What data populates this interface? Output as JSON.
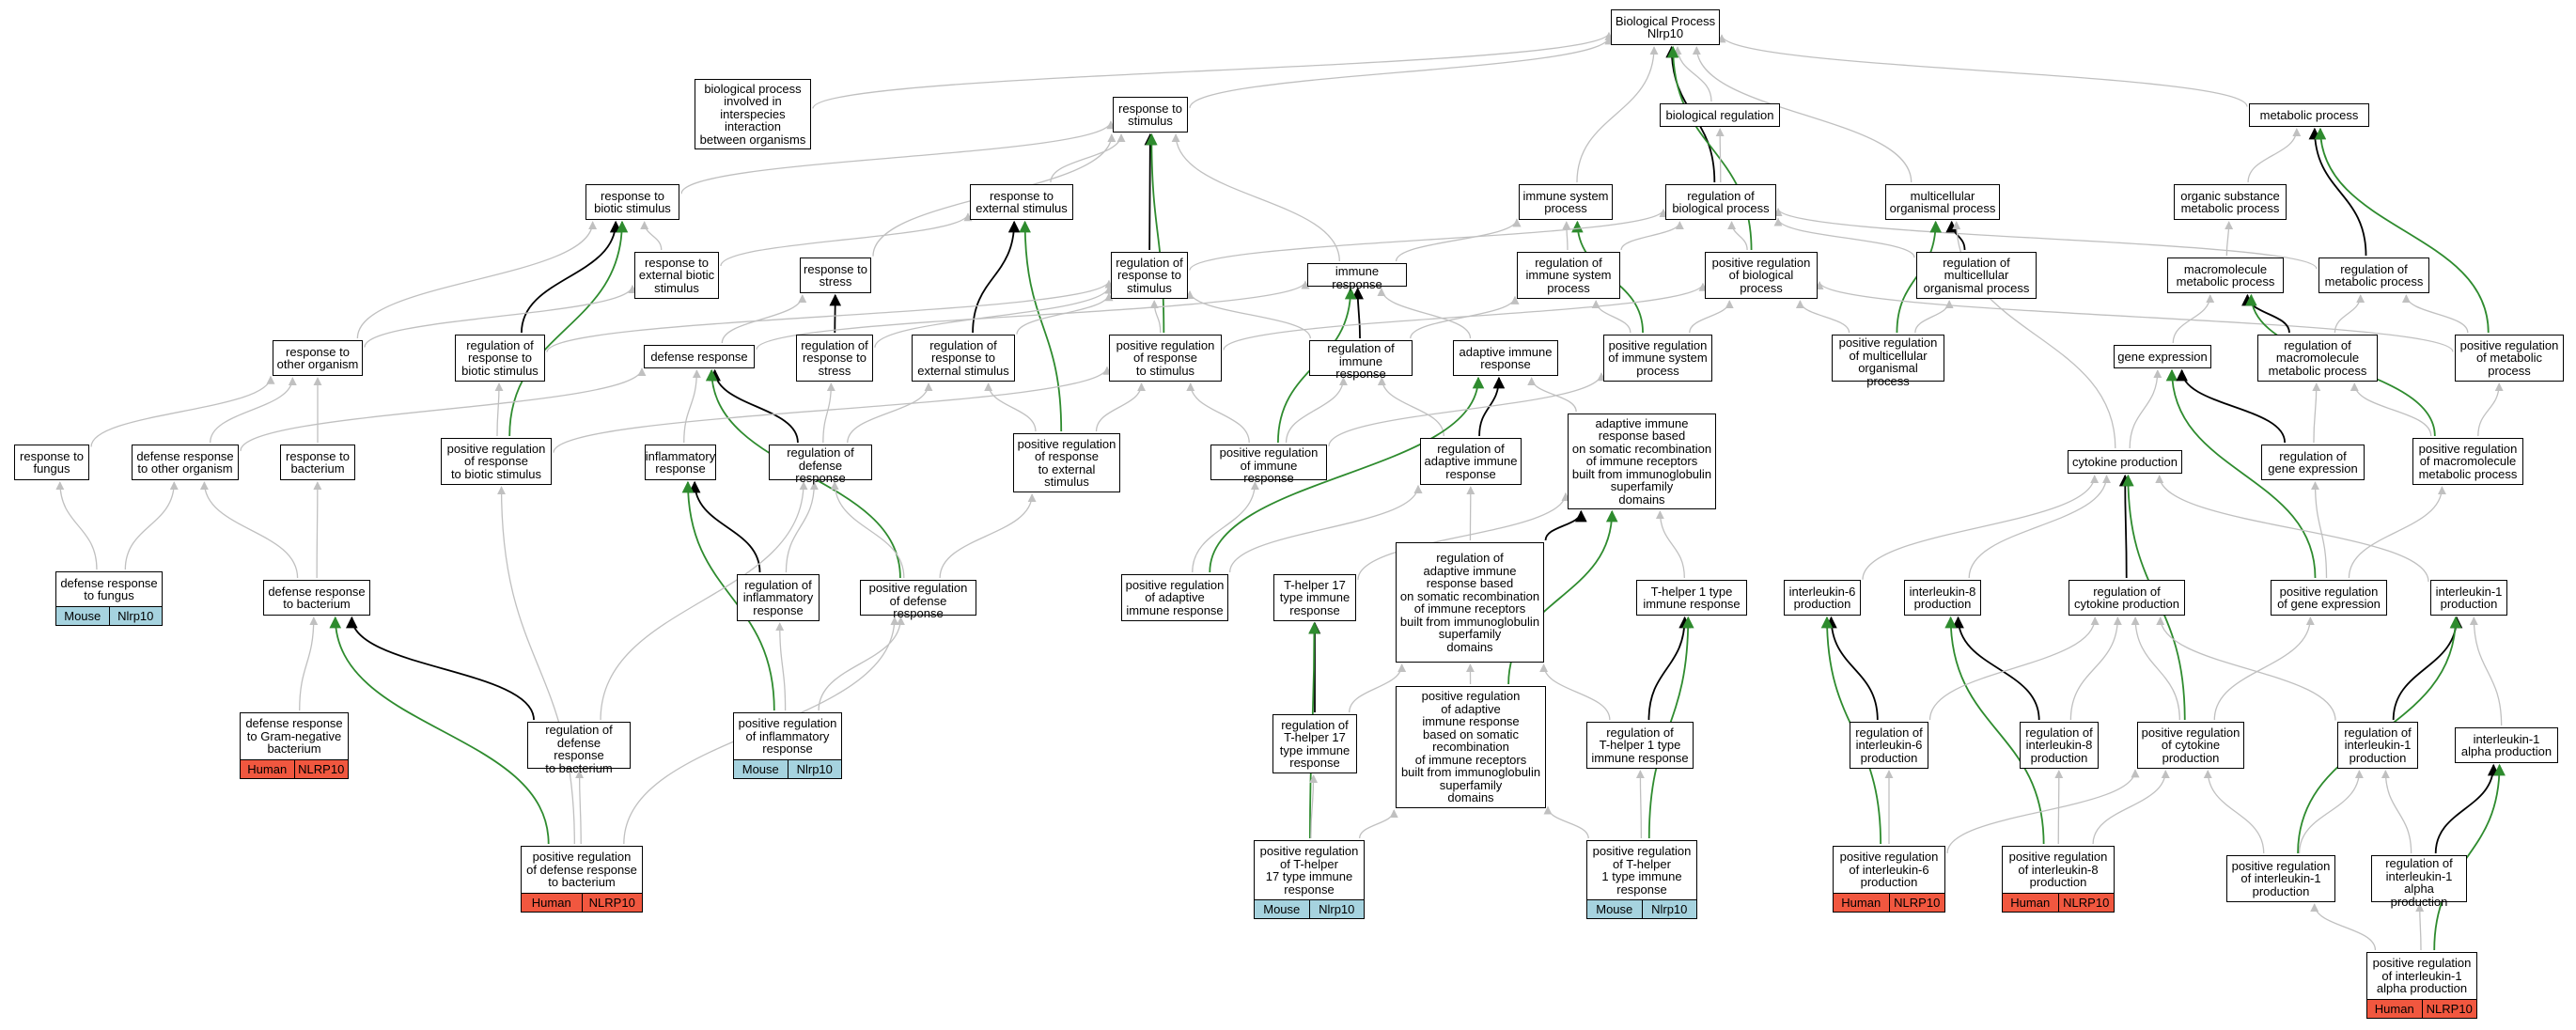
{
  "colors": {
    "black_edge": "#000000",
    "green_edge": "#2e8b2e",
    "gray_edge": "#c0c0c0",
    "mouse": "#a6d3df",
    "human": "#f1573f"
  },
  "annotations": {
    "mouse": {
      "species": "Mouse",
      "gene": "Nlrp10"
    },
    "human": {
      "species": "Human",
      "gene": "NLRP10"
    }
  },
  "nodes": [
    {
      "id": "root",
      "label": "Biological Process\nNlrp10"
    },
    {
      "id": "bio_reg",
      "label": "biological regulation"
    },
    {
      "id": "metabolic",
      "label": "metabolic process"
    },
    {
      "id": "interspecies",
      "label": "biological process\ninvolved in\ninterspecies\ninteraction\nbetween organisms"
    },
    {
      "id": "resp_stim",
      "label": "response to\nstimulus"
    },
    {
      "id": "resp_biotic",
      "label": "response to\nbiotic stimulus"
    },
    {
      "id": "resp_ext",
      "label": "response to\nexternal stimulus"
    },
    {
      "id": "imm_sys",
      "label": "immune system\nprocess"
    },
    {
      "id": "reg_bio",
      "label": "regulation of\nbiological process"
    },
    {
      "id": "multicell",
      "label": "multicellular\norganismal process"
    },
    {
      "id": "org_sub",
      "label": "organic substance\nmetabolic process"
    },
    {
      "id": "resp_ext_biotic",
      "label": "response to\nexternal biotic\nstimulus"
    },
    {
      "id": "resp_stress",
      "label": "response to\nstress"
    },
    {
      "id": "reg_resp_stim",
      "label": "regulation of\nresponse to\nstimulus"
    },
    {
      "id": "imm_resp",
      "label": "immune response"
    },
    {
      "id": "reg_imm_sys",
      "label": "regulation of\nimmune system\nprocess"
    },
    {
      "id": "pos_reg_bio",
      "label": "positive regulation\nof biological\nprocess"
    },
    {
      "id": "reg_multicell",
      "label": "regulation of\nmulticellular\norganismal process"
    },
    {
      "id": "macromol",
      "label": "macromolecule\nmetabolic process"
    },
    {
      "id": "reg_metab",
      "label": "regulation of\nmetabolic process"
    },
    {
      "id": "resp_other",
      "label": "response to\nother organism"
    },
    {
      "id": "reg_resp_biotic",
      "label": "regulation of\nresponse to\nbiotic stimulus"
    },
    {
      "id": "def_resp",
      "label": "defense response"
    },
    {
      "id": "reg_resp_stress",
      "label": "regulation of\nresponse to\nstress"
    },
    {
      "id": "reg_resp_ext",
      "label": "regulation of\nresponse to\nexternal stimulus"
    },
    {
      "id": "pos_reg_resp_stim",
      "label": "positive regulation\nof response\nto stimulus"
    },
    {
      "id": "reg_imm_resp",
      "label": "regulation of\nimmune response"
    },
    {
      "id": "adaptive",
      "label": "adaptive immune\nresponse"
    },
    {
      "id": "pos_reg_imm_sys",
      "label": "positive regulation\nof immune system\nprocess"
    },
    {
      "id": "pos_reg_multicell",
      "label": "positive regulation\nof multicellular\norganismal process"
    },
    {
      "id": "gene_expr",
      "label": "gene expression"
    },
    {
      "id": "reg_macromol",
      "label": "regulation of\nmacromolecule\nmetabolic process"
    },
    {
      "id": "pos_reg_metab",
      "label": "positive regulation\nof metabolic\nprocess"
    },
    {
      "id": "resp_fungus",
      "label": "response to\nfungus"
    },
    {
      "id": "def_other",
      "label": "defense response\nto other organism"
    },
    {
      "id": "resp_bact",
      "label": "response to\nbacterium"
    },
    {
      "id": "pos_reg_resp_biotic",
      "label": "positive regulation\nof response\nto biotic stimulus"
    },
    {
      "id": "inflam",
      "label": "inflammatory\nresponse"
    },
    {
      "id": "reg_def",
      "label": "regulation of\ndefense response"
    },
    {
      "id": "pos_reg_resp_ext",
      "label": "positive regulation\nof response\nto external\nstimulus"
    },
    {
      "id": "pos_reg_imm_resp",
      "label": "positive regulation\nof immune response"
    },
    {
      "id": "reg_adaptive",
      "label": "regulation of\nadaptive immune\nresponse"
    },
    {
      "id": "adaptive_somatic",
      "label": "adaptive immune\nresponse based\non somatic recombination\nof immune receptors\nbuilt from immunoglobulin\nsuperfamily\ndomains"
    },
    {
      "id": "cytokine",
      "label": "cytokine production"
    },
    {
      "id": "reg_gene_expr",
      "label": "regulation of\ngene expression"
    },
    {
      "id": "pos_reg_macromol",
      "label": "positive regulation\nof macromolecule\nmetabolic process"
    },
    {
      "id": "def_fungus",
      "label": "defense response\nto fungus",
      "annotation": "mouse"
    },
    {
      "id": "def_bact",
      "label": "defense response\nto bacterium"
    },
    {
      "id": "reg_inflam",
      "label": "regulation of\ninflammatory\nresponse"
    },
    {
      "id": "pos_reg_def",
      "label": "positive regulation\nof defense response"
    },
    {
      "id": "pos_reg_adaptive",
      "label": "positive regulation\nof adaptive\nimmune response"
    },
    {
      "id": "th17",
      "label": "T-helper 17\ntype immune\nresponse"
    },
    {
      "id": "reg_adaptive_somatic",
      "label": "regulation of\nadaptive immune\nresponse based\non somatic recombination\nof immune receptors\nbuilt from immunoglobulin\nsuperfamily\ndomains"
    },
    {
      "id": "th1",
      "label": "T-helper 1 type\nimmune response"
    },
    {
      "id": "il6",
      "label": "interleukin-6\nproduction"
    },
    {
      "id": "il8",
      "label": "interleukin-8\nproduction"
    },
    {
      "id": "reg_cyto",
      "label": "regulation of\ncytokine production"
    },
    {
      "id": "pos_reg_gene_expr",
      "label": "positive regulation\nof gene expression"
    },
    {
      "id": "il1",
      "label": "interleukin-1\nproduction"
    },
    {
      "id": "def_gram",
      "label": "defense response\nto Gram-negative\nbacterium",
      "annotation": "human"
    },
    {
      "id": "reg_def_bact",
      "label": "regulation of\ndefense response\nto bacterium"
    },
    {
      "id": "pos_reg_inflam",
      "label": "positive regulation\nof inflammatory\nresponse",
      "annotation": "mouse"
    },
    {
      "id": "reg_th17",
      "label": "regulation of\nT-helper 17\ntype immune\nresponse"
    },
    {
      "id": "pos_reg_adaptive_somatic",
      "label": "positive regulation\nof adaptive\nimmune response\nbased on somatic\nrecombination\nof immune receptors\nbuilt from immunoglobulin\nsuperfamily\ndomains"
    },
    {
      "id": "reg_th1",
      "label": "regulation of\nT-helper 1 type\nimmune response"
    },
    {
      "id": "reg_il6",
      "label": "regulation of\ninterleukin-6\nproduction"
    },
    {
      "id": "reg_il8",
      "label": "regulation of\ninterleukin-8\nproduction"
    },
    {
      "id": "pos_reg_cyto",
      "label": "positive regulation\nof cytokine\nproduction"
    },
    {
      "id": "reg_il1",
      "label": "regulation of\ninterleukin-1\nproduction"
    },
    {
      "id": "il1a",
      "label": "interleukin-1\nalpha production"
    },
    {
      "id": "pos_reg_def_bact",
      "label": "positive regulation\nof defense response\nto bacterium",
      "annotation": "human"
    },
    {
      "id": "pos_reg_th17",
      "label": "positive regulation\nof T-helper\n17 type immune\nresponse",
      "annotation": "mouse"
    },
    {
      "id": "pos_reg_th1",
      "label": "positive regulation\nof T-helper\n1 type immune\nresponse",
      "annotation": "mouse"
    },
    {
      "id": "pos_reg_il6",
      "label": "positive regulation\nof interleukin-6\nproduction",
      "annotation": "human"
    },
    {
      "id": "pos_reg_il8",
      "label": "positive regulation\nof interleukin-8\nproduction",
      "annotation": "human"
    },
    {
      "id": "pos_reg_il1",
      "label": "positive regulation\nof interleukin-1\nproduction"
    },
    {
      "id": "reg_il1a",
      "label": "regulation of\ninterleukin-1\nalpha production"
    },
    {
      "id": "pos_reg_il1a",
      "label": "positive regulation\nof interleukin-1\nalpha production",
      "annotation": "human"
    }
  ],
  "edges": [
    [
      "bio_reg",
      "root",
      "gray"
    ],
    [
      "metabolic",
      "root",
      "gray"
    ],
    [
      "interspecies",
      "root",
      "gray"
    ],
    [
      "resp_stim",
      "root",
      "gray"
    ],
    [
      "imm_sys",
      "root",
      "gray"
    ],
    [
      "reg_bio",
      "root",
      "black"
    ],
    [
      "multicell",
      "root",
      "gray"
    ],
    [
      "pos_reg_bio",
      "root",
      "green"
    ],
    [
      "reg_bio",
      "bio_reg",
      "gray"
    ],
    [
      "org_sub",
      "metabolic",
      "gray"
    ],
    [
      "reg_metab",
      "metabolic",
      "black"
    ],
    [
      "pos_reg_metab",
      "metabolic",
      "green"
    ],
    [
      "resp_biotic",
      "resp_stim",
      "gray"
    ],
    [
      "resp_ext",
      "resp_stim",
      "gray"
    ],
    [
      "resp_stress",
      "resp_stim",
      "gray"
    ],
    [
      "reg_resp_stim",
      "resp_stim",
      "black"
    ],
    [
      "pos_reg_resp_stim",
      "resp_stim",
      "green"
    ],
    [
      "imm_resp",
      "resp_stim",
      "gray"
    ],
    [
      "resp_ext_biotic",
      "resp_biotic",
      "gray"
    ],
    [
      "reg_resp_biotic",
      "resp_biotic",
      "black"
    ],
    [
      "pos_reg_resp_biotic",
      "resp_biotic",
      "green"
    ],
    [
      "resp_other",
      "resp_biotic",
      "gray"
    ],
    [
      "resp_ext_biotic",
      "resp_ext",
      "gray"
    ],
    [
      "reg_resp_ext",
      "resp_ext",
      "black"
    ],
    [
      "pos_reg_resp_ext",
      "resp_ext",
      "green"
    ],
    [
      "resp_other",
      "resp_ext_biotic",
      "gray"
    ],
    [
      "imm_resp",
      "imm_sys",
      "gray"
    ],
    [
      "reg_imm_sys",
      "imm_sys",
      "gray"
    ],
    [
      "pos_reg_imm_sys",
      "imm_sys",
      "green"
    ],
    [
      "reg_resp_stim",
      "reg_bio",
      "gray"
    ],
    [
      "reg_imm_sys",
      "reg_bio",
      "gray"
    ],
    [
      "pos_reg_bio",
      "reg_bio",
      "gray"
    ],
    [
      "reg_multicell",
      "reg_bio",
      "gray"
    ],
    [
      "reg_metab",
      "reg_bio",
      "gray"
    ],
    [
      "reg_multicell",
      "multicell",
      "black"
    ],
    [
      "pos_reg_multicell",
      "multicell",
      "green"
    ],
    [
      "cytokine",
      "multicell",
      "gray"
    ],
    [
      "macromol",
      "org_sub",
      "gray"
    ],
    [
      "def_resp",
      "resp_stress",
      "gray"
    ],
    [
      "reg_resp_stress",
      "resp_stress",
      "black"
    ],
    [
      "reg_resp_biotic",
      "reg_resp_stim",
      "gray"
    ],
    [
      "reg_resp_stress",
      "reg_resp_stim",
      "gray"
    ],
    [
      "reg_resp_ext",
      "reg_resp_stim",
      "gray"
    ],
    [
      "pos_reg_resp_stim",
      "reg_resp_stim",
      "gray"
    ],
    [
      "reg_imm_resp",
      "reg_resp_stim",
      "gray"
    ],
    [
      "reg_imm_resp",
      "imm_resp",
      "black"
    ],
    [
      "adaptive",
      "imm_resp",
      "gray"
    ],
    [
      "def_resp",
      "imm_resp",
      "gray"
    ],
    [
      "pos_reg_imm_resp",
      "imm_resp",
      "green"
    ],
    [
      "reg_imm_resp",
      "reg_imm_sys",
      "gray"
    ],
    [
      "pos_reg_imm_sys",
      "reg_imm_sys",
      "gray"
    ],
    [
      "pos_reg_resp_stim",
      "pos_reg_bio",
      "gray"
    ],
    [
      "pos_reg_imm_sys",
      "pos_reg_bio",
      "gray"
    ],
    [
      "pos_reg_multicell",
      "pos_reg_bio",
      "gray"
    ],
    [
      "pos_reg_metab",
      "pos_reg_bio",
      "gray"
    ],
    [
      "pos_reg_multicell",
      "reg_multicell",
      "gray"
    ],
    [
      "gene_expr",
      "macromol",
      "gray"
    ],
    [
      "reg_macromol",
      "macromol",
      "black"
    ],
    [
      "pos_reg_macromol",
      "macromol",
      "green"
    ],
    [
      "reg_macromol",
      "reg_metab",
      "gray"
    ],
    [
      "pos_reg_metab",
      "reg_metab",
      "gray"
    ],
    [
      "def_other",
      "resp_other",
      "gray"
    ],
    [
      "resp_fungus",
      "resp_other",
      "gray"
    ],
    [
      "resp_bact",
      "resp_other",
      "gray"
    ],
    [
      "pos_reg_resp_biotic",
      "reg_resp_biotic",
      "gray"
    ],
    [
      "reg_def",
      "def_resp",
      "black"
    ],
    [
      "inflam",
      "def_resp",
      "gray"
    ],
    [
      "def_other",
      "def_resp",
      "gray"
    ],
    [
      "pos_reg_def",
      "def_resp",
      "green"
    ],
    [
      "reg_def",
      "reg_resp_stress",
      "gray"
    ],
    [
      "reg_def",
      "reg_resp_ext",
      "gray"
    ],
    [
      "pos_reg_resp_ext",
      "reg_resp_ext",
      "gray"
    ],
    [
      "pos_reg_resp_biotic",
      "pos_reg_resp_stim",
      "gray"
    ],
    [
      "pos_reg_resp_ext",
      "pos_reg_resp_stim",
      "gray"
    ],
    [
      "pos_reg_imm_resp",
      "pos_reg_resp_stim",
      "gray"
    ],
    [
      "pos_reg_imm_resp",
      "reg_imm_resp",
      "gray"
    ],
    [
      "reg_adaptive",
      "reg_imm_resp",
      "gray"
    ],
    [
      "reg_adaptive",
      "adaptive",
      "black"
    ],
    [
      "adaptive_somatic",
      "adaptive",
      "gray"
    ],
    [
      "pos_reg_adaptive",
      "adaptive",
      "green"
    ],
    [
      "pos_reg_imm_resp",
      "pos_reg_imm_sys",
      "gray"
    ],
    [
      "pos_reg_gene_expr",
      "gene_expr",
      "green"
    ],
    [
      "reg_gene_expr",
      "gene_expr",
      "black"
    ],
    [
      "cytokine",
      "gene_expr",
      "gray"
    ],
    [
      "reg_gene_expr",
      "reg_macromol",
      "gray"
    ],
    [
      "pos_reg_macromol",
      "reg_macromol",
      "gray"
    ],
    [
      "pos_reg_macromol",
      "pos_reg_metab",
      "gray"
    ],
    [
      "def_fungus",
      "resp_fungus",
      "gray"
    ],
    [
      "def_fungus",
      "def_other",
      "gray"
    ],
    [
      "def_bact",
      "def_other",
      "gray"
    ],
    [
      "def_bact",
      "resp_bact",
      "gray"
    ],
    [
      "reg_inflam",
      "inflam",
      "black"
    ],
    [
      "pos_reg_inflam",
      "inflam",
      "green"
    ],
    [
      "reg_inflam",
      "reg_def",
      "gray"
    ],
    [
      "pos_reg_def",
      "reg_def",
      "gray"
    ],
    [
      "reg_def_bact",
      "reg_def",
      "gray"
    ],
    [
      "pos_reg_def",
      "pos_reg_resp_ext",
      "gray"
    ],
    [
      "pos_reg_adaptive",
      "pos_reg_imm_resp",
      "gray"
    ],
    [
      "pos_reg_adaptive",
      "reg_adaptive",
      "gray"
    ],
    [
      "reg_adaptive_somatic",
      "reg_adaptive",
      "gray"
    ],
    [
      "reg_adaptive_somatic",
      "adaptive_somatic",
      "black"
    ],
    [
      "pos_reg_adaptive_somatic",
      "adaptive_somatic",
      "green"
    ],
    [
      "th17",
      "adaptive_somatic",
      "gray"
    ],
    [
      "th1",
      "adaptive_somatic",
      "gray"
    ],
    [
      "reg_cyto",
      "cytokine",
      "black"
    ],
    [
      "pos_reg_cyto",
      "cytokine",
      "green"
    ],
    [
      "il6",
      "cytokine",
      "gray"
    ],
    [
      "il8",
      "cytokine",
      "gray"
    ],
    [
      "il1",
      "cytokine",
      "gray"
    ],
    [
      "pos_reg_gene_expr",
      "reg_gene_expr",
      "gray"
    ],
    [
      "pos_reg_gene_expr",
      "pos_reg_macromol",
      "gray"
    ],
    [
      "def_gram",
      "def_bact",
      "gray"
    ],
    [
      "reg_def_bact",
      "def_bact",
      "black"
    ],
    [
      "pos_reg_def_bact",
      "def_bact",
      "green"
    ],
    [
      "pos_reg_inflam",
      "reg_inflam",
      "gray"
    ],
    [
      "pos_reg_inflam",
      "pos_reg_def",
      "gray"
    ],
    [
      "reg_th17",
      "th17",
      "black"
    ],
    [
      "pos_reg_th17",
      "th17",
      "green"
    ],
    [
      "pos_reg_adaptive_somatic",
      "reg_adaptive_somatic",
      "gray"
    ],
    [
      "reg_th17",
      "reg_adaptive_somatic",
      "gray"
    ],
    [
      "reg_th1",
      "reg_adaptive_somatic",
      "gray"
    ],
    [
      "reg_th1",
      "th1",
      "black"
    ],
    [
      "pos_reg_th1",
      "th1",
      "green"
    ],
    [
      "reg_il6",
      "il6",
      "black"
    ],
    [
      "pos_reg_il6",
      "il6",
      "green"
    ],
    [
      "reg_il8",
      "il8",
      "black"
    ],
    [
      "pos_reg_il8",
      "il8",
      "green"
    ],
    [
      "reg_il6",
      "reg_cyto",
      "gray"
    ],
    [
      "reg_il8",
      "reg_cyto",
      "gray"
    ],
    [
      "pos_reg_cyto",
      "reg_cyto",
      "gray"
    ],
    [
      "reg_il1",
      "reg_cyto",
      "gray"
    ],
    [
      "pos_reg_cyto",
      "pos_reg_gene_expr",
      "gray"
    ],
    [
      "reg_il1",
      "il1",
      "black"
    ],
    [
      "pos_reg_il1",
      "il1",
      "green"
    ],
    [
      "il1a",
      "il1",
      "gray"
    ],
    [
      "pos_reg_def_bact",
      "reg_def_bact",
      "gray"
    ],
    [
      "pos_reg_def_bact",
      "pos_reg_resp_biotic",
      "gray"
    ],
    [
      "pos_reg_def_bact",
      "pos_reg_def",
      "gray"
    ],
    [
      "pos_reg_th17",
      "reg_th17",
      "gray"
    ],
    [
      "pos_reg_th17",
      "pos_reg_adaptive_somatic",
      "gray"
    ],
    [
      "pos_reg_th1",
      "reg_th1",
      "gray"
    ],
    [
      "pos_reg_th1",
      "pos_reg_adaptive_somatic",
      "gray"
    ],
    [
      "pos_reg_il6",
      "reg_il6",
      "gray"
    ],
    [
      "pos_reg_il6",
      "pos_reg_cyto",
      "gray"
    ],
    [
      "pos_reg_il8",
      "reg_il8",
      "gray"
    ],
    [
      "pos_reg_il8",
      "pos_reg_cyto",
      "gray"
    ],
    [
      "pos_reg_il1",
      "reg_il1",
      "gray"
    ],
    [
      "pos_reg_il1",
      "pos_reg_cyto",
      "gray"
    ],
    [
      "reg_il1a",
      "il1a",
      "black"
    ],
    [
      "pos_reg_il1a",
      "il1a",
      "green"
    ],
    [
      "pos_reg_il1a",
      "reg_il1a",
      "gray"
    ],
    [
      "pos_reg_il1a",
      "pos_reg_il1",
      "gray"
    ],
    [
      "reg_il1a",
      "reg_il1",
      "gray"
    ]
  ]
}
